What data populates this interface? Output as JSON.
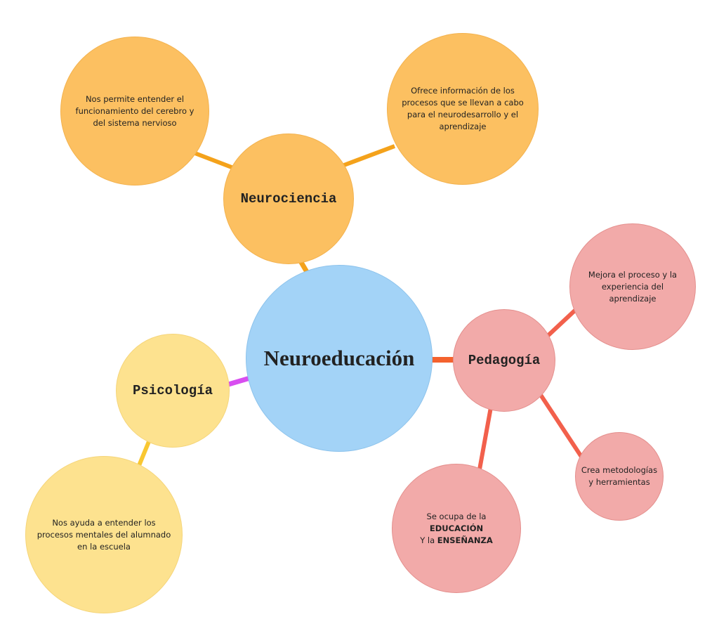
{
  "center": {
    "label": "Neuroeducación"
  },
  "neurociencia": {
    "label": "Neurociencia",
    "children": [
      "Nos permite entender el funcionamiento del cerebro y del sistema nervioso",
      "Ofrece información de los procesos que se llevan a cabo para el neurodesarrollo y el aprendizaje"
    ]
  },
  "pedagogia": {
    "label": "Pedagogía",
    "children": {
      "mejora": "Mejora el proceso y la experiencia del aprendizaje",
      "crea": "Crea metodologías y herramientas",
      "ocupa_prefix": "Se ocupa de la",
      "ocupa_bold1": "EDUCACIÓN",
      "ocupa_mid": "Y la",
      "ocupa_bold2": "ENSEÑANZA"
    }
  },
  "psicologia": {
    "label": "Psicología",
    "children": [
      "Nos ayuda a entender los procesos mentales del alumnado en la escuela"
    ]
  },
  "colors": {
    "center": "#a3d3f7",
    "neurociencia": "#fcc061",
    "pedagogia": "#f2aaa9",
    "psicologia": "#fde28f",
    "link_orange": "#f4a21b",
    "link_red": "#f2604c",
    "link_magenta": "#d84ef0",
    "link_yellow": "#f9c731"
  }
}
